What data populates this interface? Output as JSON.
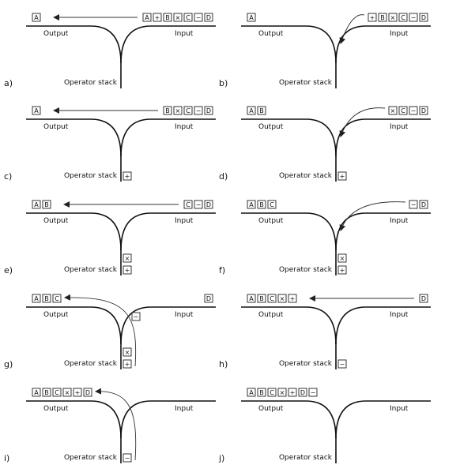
{
  "labels": {
    "output": "Output",
    "input": "Input",
    "stack": "Operator stack"
  },
  "panels": [
    {
      "id": "a",
      "label": "a)",
      "output": [
        "A"
      ],
      "input": [
        "A",
        "+",
        "B",
        "×",
        "C",
        "−",
        "D"
      ],
      "stack": [],
      "arrow": "straight"
    },
    {
      "id": "b",
      "label": "b)",
      "output": [
        "A"
      ],
      "input": [
        "+",
        "B",
        "×",
        "C",
        "−",
        "D"
      ],
      "stack": [],
      "arrow": "curve-down"
    },
    {
      "id": "c",
      "label": "c)",
      "output": [
        "A"
      ],
      "input": [
        "B",
        "×",
        "C",
        "−",
        "D"
      ],
      "stack": [
        "+"
      ],
      "arrow": "straight"
    },
    {
      "id": "d",
      "label": "d)",
      "output": [
        "A",
        "B"
      ],
      "input": [
        "×",
        "C",
        "−",
        "D"
      ],
      "stack": [
        "+"
      ],
      "arrow": "curve-down"
    },
    {
      "id": "e",
      "label": "e)",
      "output": [
        "A",
        "B"
      ],
      "input": [
        "C",
        "−",
        "D"
      ],
      "stack": [
        "×",
        "+"
      ],
      "arrow": "straight"
    },
    {
      "id": "f",
      "label": "f)",
      "output": [
        "A",
        "B",
        "C"
      ],
      "input": [
        "−",
        "D"
      ],
      "stack": [
        "×",
        "+"
      ],
      "arrow": "curve-down"
    },
    {
      "id": "g",
      "label": "g)",
      "output": [
        "A",
        "B",
        "C"
      ],
      "input": [
        "D"
      ],
      "stack": [
        "×",
        "+"
      ],
      "arrow": "curve-up",
      "transit": [
        "−"
      ]
    },
    {
      "id": "h",
      "label": "h)",
      "output": [
        "A",
        "B",
        "C",
        "×",
        "+"
      ],
      "input": [
        "D"
      ],
      "stack": [
        "−"
      ],
      "arrow": "straight"
    },
    {
      "id": "i",
      "label": "i)",
      "output": [
        "A",
        "B",
        "C",
        "×",
        "+",
        "D"
      ],
      "input": [],
      "stack": [
        "−"
      ],
      "arrow": "curve-up"
    },
    {
      "id": "j",
      "label": "j)",
      "output": [
        "A",
        "B",
        "C",
        "×",
        "+",
        "D",
        "−"
      ],
      "input": [],
      "stack": [],
      "arrow": "none"
    }
  ]
}
